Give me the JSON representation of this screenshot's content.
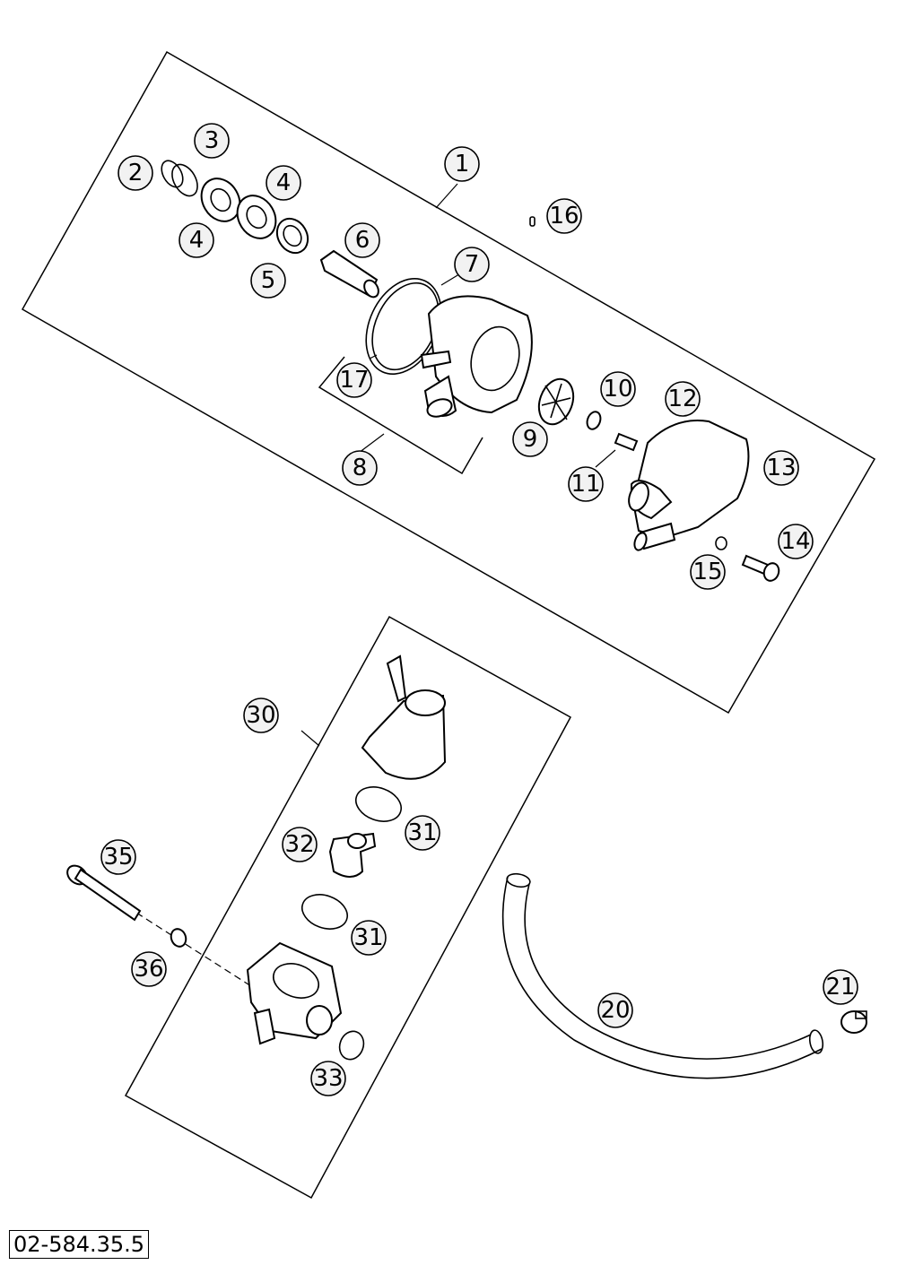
{
  "diagram": {
    "reference_code": "02-584.35.5",
    "callouts": [
      "1",
      "2",
      "3",
      "4",
      "4",
      "5",
      "6",
      "7",
      "8",
      "9",
      "10",
      "11",
      "12",
      "13",
      "14",
      "15",
      "16",
      "17",
      "20",
      "21",
      "30",
      "31",
      "31",
      "32",
      "33",
      "35",
      "36"
    ]
  }
}
